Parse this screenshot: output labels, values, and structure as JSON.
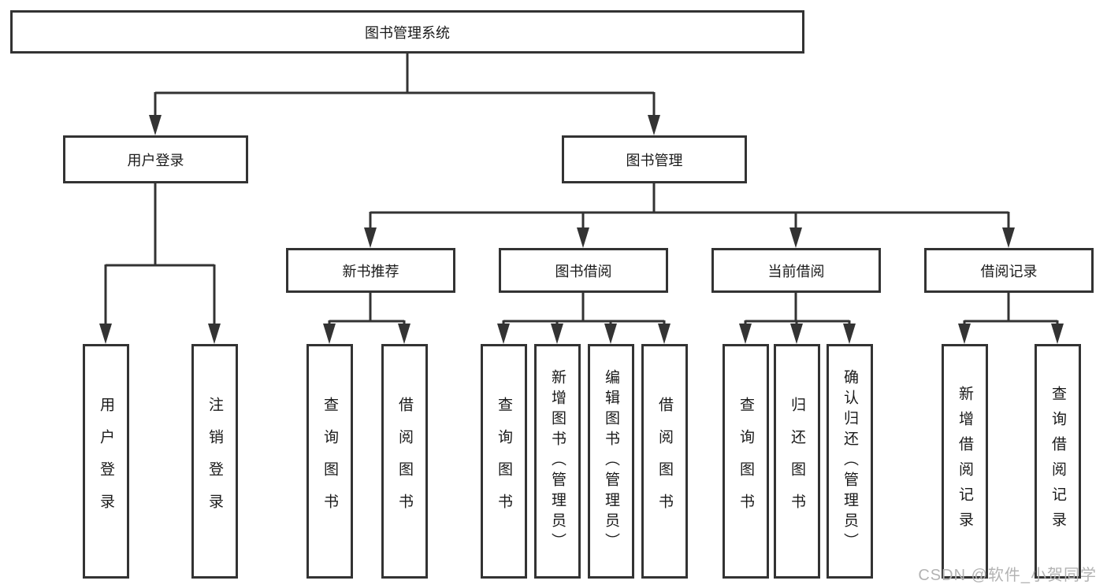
{
  "diagram": {
    "root": {
      "label": "图书管理系统"
    },
    "branches": [
      {
        "label": "用户登录",
        "children": [
          {
            "label": "用户登录"
          },
          {
            "label": "注销登录"
          }
        ]
      },
      {
        "label": "图书管理",
        "children": [
          {
            "label": "新书推荐",
            "children": [
              {
                "label": "查询图书"
              },
              {
                "label": "借阅图书"
              }
            ]
          },
          {
            "label": "图书借阅",
            "children": [
              {
                "label": "查询图书"
              },
              {
                "label": "新增图书（管理员）"
              },
              {
                "label": "编辑图书（管理员）"
              },
              {
                "label": "借阅图书"
              }
            ]
          },
          {
            "label": "当前借阅",
            "children": [
              {
                "label": "查询图书"
              },
              {
                "label": "归还图书"
              },
              {
                "label": "确认归还（管理员）"
              }
            ]
          },
          {
            "label": "借阅记录",
            "children": [
              {
                "label": "新增借阅记录"
              },
              {
                "label": "查询借阅记录"
              }
            ]
          }
        ]
      }
    ]
  },
  "watermark": "CSDN @软件_小贺同学",
  "colors": {
    "line": "#333333",
    "box_border": "#333333",
    "text": "#1a1a1a",
    "background": "#ffffff",
    "watermark": "#b3b3b3"
  }
}
